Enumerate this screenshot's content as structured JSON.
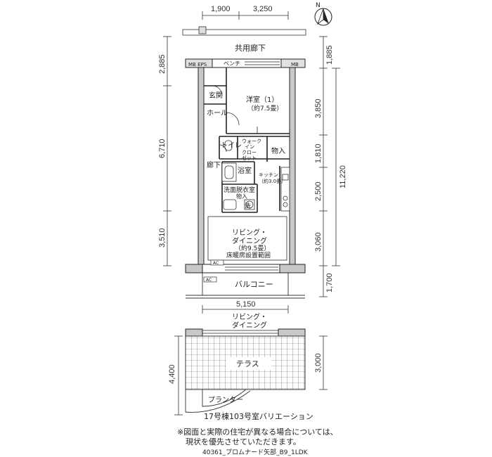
{
  "compass": {
    "north_label": "N"
  },
  "dimensions": {
    "top": [
      "1,900",
      "3,250"
    ],
    "left": [
      "2,885",
      "6,710",
      "3,510"
    ],
    "right": [
      "1,885",
      "3,850",
      "1,810",
      "2,500",
      "3,060",
      "1,700"
    ],
    "right_total": "11,220",
    "bottom_width": "5,150",
    "terrace_left": "4,400",
    "terrace_right": "3,000"
  },
  "rooms": {
    "corridor_common": "共用廊下",
    "bench": "ベンチ",
    "mb_eps": "MB EPS",
    "mb": "MB",
    "entrance": "玄関",
    "hall": "ホール",
    "western_room_name": "洋室（1）",
    "western_room_size": "（約7.5畳）",
    "toilet": "トイレ",
    "walk_in_closet": [
      "ウォーク",
      "イン",
      "クロー",
      "ゼット"
    ],
    "storage": "物入",
    "hallway": "廊下",
    "bathroom": "浴室",
    "kitchen_name": "キッチン",
    "kitchen_size": "（約3.0畳）",
    "washroom": "洗面脱衣室",
    "washroom_storage": "物入",
    "washer": "洗",
    "living_name_1": "リビング・",
    "living_name_2": "ダイニング",
    "living_size": "（約9.5畳）",
    "floor_heating": "床暖房設置範囲",
    "ac": "AC",
    "balcony": "バルコニー",
    "terrace_living_1": "リビング・",
    "terrace_living_2": "ダイニング",
    "terrace": "テラス",
    "planter": "プランター"
  },
  "caption": "17号棟103号室バリエーション",
  "disclaimer_line1": "※図面と実際の住宅が異なる場合については、",
  "disclaimer_line2": "現状を優先させていただきます。",
  "plan_code": "40361_プロムナード矢部_B9_1LDK"
}
